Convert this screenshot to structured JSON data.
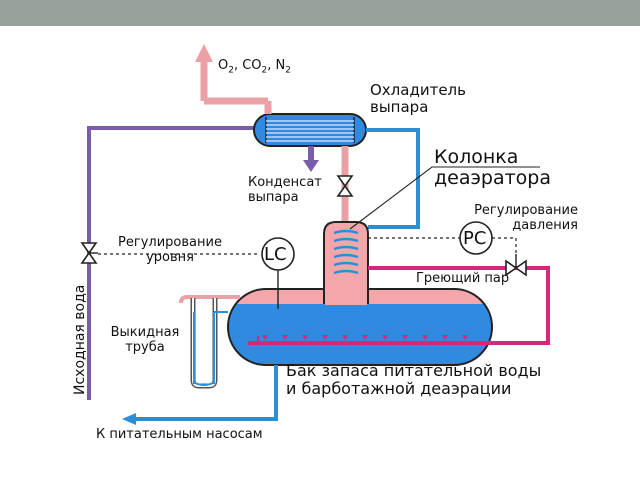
{
  "window": {
    "bar_color": "#97a29a"
  },
  "colors": {
    "vapor_pipe": "#eba0a6",
    "feed_water": "#7a5da8",
    "heating_steam": "#d6267e",
    "water_line": "#2b8fd8",
    "tank_water": "#2f8ae0",
    "steam_space": "#f4a7ab",
    "outline": "#222222"
  },
  "labels": {
    "gases": {
      "o": "O",
      "o_sub": "2",
      "sep1": ", CO",
      "co_sub": "2",
      "sep2": ", N",
      "n_sub": "2"
    },
    "cooler_line1": "Охладитель",
    "cooler_line2": "выпара",
    "column_line1": "Колонка",
    "column_line2": "деаэратора",
    "condensate_line1": "Конденсат",
    "condensate_line2": "выпара",
    "pressure_line1": "Регулирование",
    "pressure_line2": "давления",
    "level_line1": "Регулирование",
    "level_line2": "уровня",
    "heating_steam": "Греющий пар",
    "source_water": "Исходная вода",
    "overflow_line1": "Выкидная",
    "overflow_line2": "труба",
    "tank_line1": "Бак запаса питательной воды",
    "tank_line2": "и барботажной деаэрации",
    "to_pumps": "К питательным насосам"
  },
  "instruments": {
    "level_controller": "LC",
    "pressure_controller": "PC"
  },
  "icons": {
    "valve": "gate-valve-icon",
    "arrow": "flow-arrow-icon"
  }
}
